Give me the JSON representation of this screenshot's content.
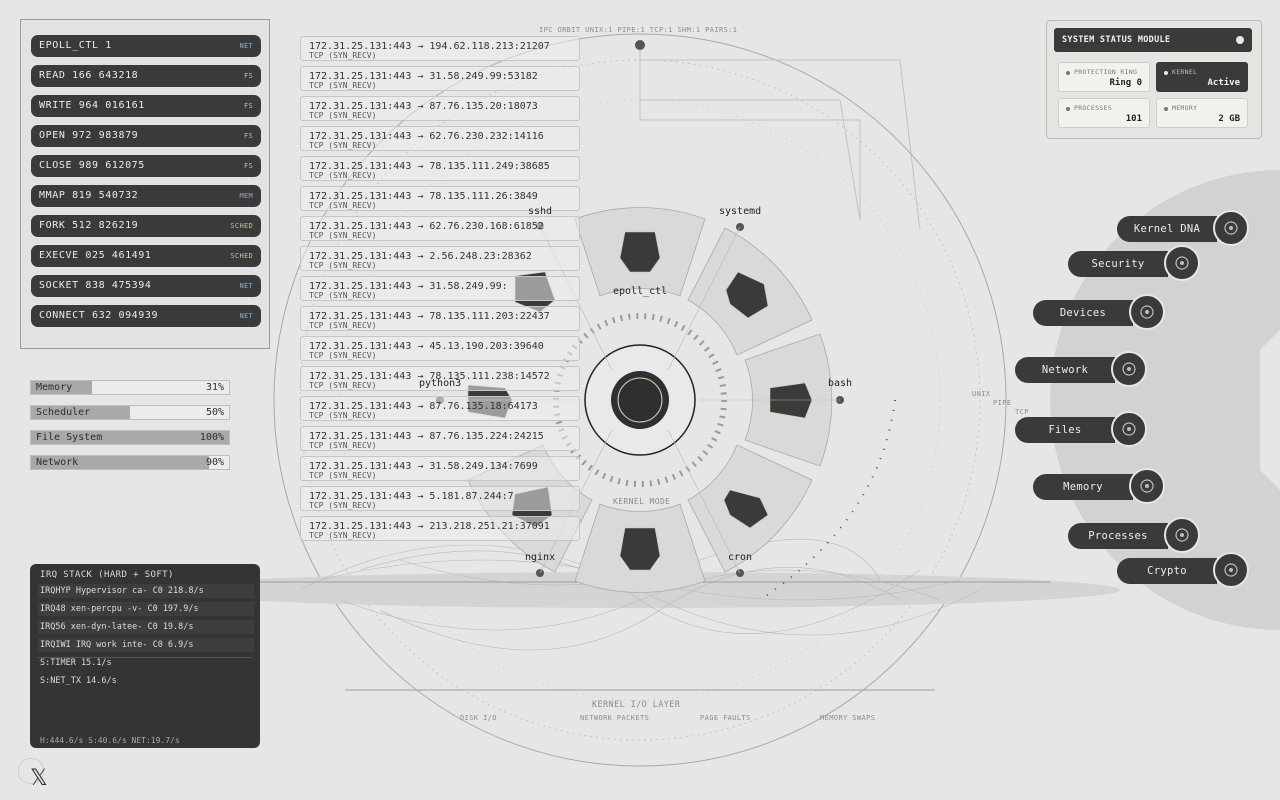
{
  "syscalls": [
    {
      "label": "EPOLL_CTL 1",
      "tag": "NET",
      "kind": "net"
    },
    {
      "label": "READ 166 643218",
      "tag": "FS",
      "kind": "fs"
    },
    {
      "label": "WRITE 964 016161",
      "tag": "FS",
      "kind": "fs"
    },
    {
      "label": "OPEN 972 983879",
      "tag": "FS",
      "kind": "fs"
    },
    {
      "label": "CLOSE 989 612075",
      "tag": "FS",
      "kind": "fs"
    },
    {
      "label": "MMAP 819 540732",
      "tag": "MEM",
      "kind": "mem"
    },
    {
      "label": "FORK 512 826219",
      "tag": "SCHED",
      "kind": "sched"
    },
    {
      "label": "EXECVE 025 461491",
      "tag": "SCHED",
      "kind": "sched"
    },
    {
      "label": "SOCKET 838 475394",
      "tag": "NET",
      "kind": "net"
    },
    {
      "label": "CONNECT 632 094939",
      "tag": "NET",
      "kind": "net"
    }
  ],
  "resources": [
    {
      "label": "Memory",
      "value_text": "31%",
      "fraction": 0.31
    },
    {
      "label": "Scheduler",
      "value_text": "50%",
      "fraction": 0.5
    },
    {
      "label": "File System",
      "value_text": "100%",
      "fraction": 1.0
    },
    {
      "label": "Network",
      "value_text": "90%",
      "fraction": 0.9
    }
  ],
  "irq": {
    "title": "IRQ STACK (HARD + SOFT)",
    "rows": [
      "IRQHYP Hypervisor ca- C0 218.8/s",
      "IRQ48 xen-percpu -v- C0 197.9/s",
      "IRQ56 xen-dyn-latee- C0 19.8/s",
      "IRQIWI IRQ work inte- C0 6.9/s"
    ],
    "soft": [
      "S:TIMER 15.1/s",
      "S:NET_TX 14.6/s"
    ],
    "footer": "H:444.6/s S:40.6/s NET:19.7/s"
  },
  "connections": [
    "172.31.25.131:443 → 194.62.118.213:21207",
    "172.31.25.131:443 → 31.58.249.99:53182",
    "172.31.25.131:443 → 87.76.135.20:18073",
    "172.31.25.131:443 → 62.76.230.232:14116",
    "172.31.25.131:443 → 78.135.111.249:38685",
    "172.31.25.131:443 → 78.135.111.26:3849",
    "172.31.25.131:443 → 62.76.230.168:61852",
    "172.31.25.131:443 → 2.56.248.23:28362",
    "172.31.25.131:443 → 31.58.249.99:",
    "172.31.25.131:443 → 78.135.111.203:22437",
    "172.31.25.131:443 → 45.13.190.203:39640",
    "172.31.25.131:443 → 78.135.111.238:14572",
    "172.31.25.131:443 → 87.76.135.18:64173",
    "172.31.25.131:443 → 87.76.135.224:24215",
    "172.31.25.131:443 → 31.58.249.134:7699",
    "172.31.25.131:443 → 5.181.87.244:7",
    "172.31.25.131:443 → 213.218.251.21:37091"
  ],
  "connection_protocol": "TCP (SYN_RECV)",
  "processes": [
    "sshd",
    "systemd",
    "epoll_ctl",
    "bash",
    "python3",
    "nginx",
    "cron"
  ],
  "kernel_mode_label": "KERNEL MODE",
  "top_caption": "IPC ORBIT UNIX:1 PIPE:1 TCP:1 SHM:1 PAIRS:1",
  "bottom": {
    "title": "KERNEL I/O LAYER",
    "legend": [
      "DISK I/O",
      "NETWORK PACKETS",
      "PAGE FAULTS",
      "MEMORY SWAPS"
    ]
  },
  "ipc_labels": [
    "UNIX",
    "PIPE",
    "TCP"
  ],
  "status": {
    "title": "SYSTEM STATUS MODULE",
    "protection_ring_label": "PROTECTION RING",
    "protection_ring_value": "Ring 0",
    "kernel_label": "KERNEL",
    "kernel_value": "Active",
    "processes_label": "PROCESSES",
    "processes_value": "101",
    "memory_label": "MEMORY",
    "memory_value": "2 GB"
  },
  "nav": [
    {
      "label": "Kernel DNA",
      "icon": "dna-icon"
    },
    {
      "label": "Security",
      "icon": "shield-icon"
    },
    {
      "label": "Devices",
      "icon": "chip-icon"
    },
    {
      "label": "Network",
      "icon": "network-icon"
    },
    {
      "label": "Files",
      "icon": "files-icon"
    },
    {
      "label": "Memory",
      "icon": "memory-icon"
    },
    {
      "label": "Processes",
      "icon": "processes-icon"
    },
    {
      "label": "Crypto",
      "icon": "crypto-icon"
    }
  ],
  "x_logo_glyph": "𝕏",
  "colors": {
    "panel_dark": "#3a3a3a",
    "background": "#e6e6e6",
    "net_tag": "#7fb0d4",
    "fs_tag": "#d9b98c",
    "mem_tag": "#9fa4c8",
    "sched_tag": "#b9c48c"
  }
}
